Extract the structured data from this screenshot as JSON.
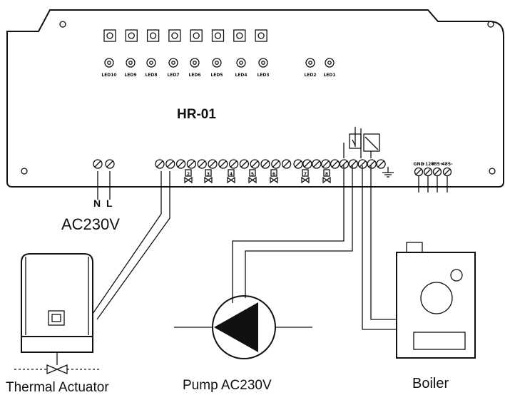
{
  "board": {
    "model": "HR-01",
    "led_labels": [
      "LED10",
      "LED9",
      "LED8",
      "LED7",
      "LED6",
      "LED5",
      "LED4",
      "LED3",
      "LED2",
      "LED1"
    ],
    "button_count": 8,
    "zone_numbers": [
      "2",
      "3",
      "4",
      "5",
      "6",
      "7",
      "8"
    ],
    "bus_terminal_labels": [
      "GND",
      "+12V",
      "485+",
      "485-"
    ],
    "ground_symbol": "⏚"
  },
  "power": {
    "neutral": "N",
    "live": "L",
    "voltage_label": "AC230V"
  },
  "devices": {
    "actuator_label": "Thermal Actuator",
    "pump_label": "Pump AC230V",
    "boiler_label": "Boiler"
  }
}
